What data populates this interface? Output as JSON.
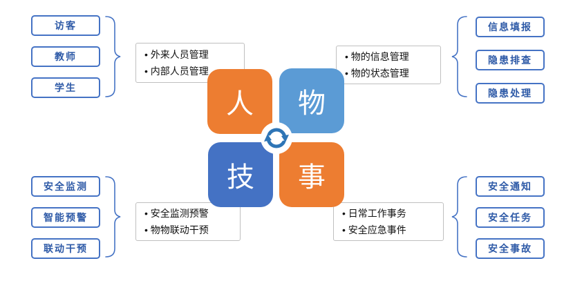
{
  "colors": {
    "orange": "#ED7D31",
    "light_blue": "#5B9BD5",
    "dark_blue": "#4472C4",
    "box_border": "#4472C4",
    "box_text": "#2E5AA7",
    "detail_border": "#BFBFBF",
    "icon_blue": "#2E75B6"
  },
  "tiles": {
    "person": {
      "label": "人"
    },
    "object": {
      "label": "物"
    },
    "tech": {
      "label": "技"
    },
    "affair": {
      "label": "事"
    }
  },
  "groups": {
    "top_left": {
      "items": [
        "访客",
        "教师",
        "学生"
      ],
      "details": [
        "外来人员管理",
        "内部人员管理"
      ]
    },
    "top_right": {
      "details": [
        "物的信息管理",
        "物的状态管理"
      ],
      "items": [
        "信息填报",
        "隐患排查",
        "隐患处理"
      ]
    },
    "bottom_left": {
      "items": [
        "安全监测",
        "智能预警",
        "联动干预"
      ],
      "details": [
        "安全监测预警",
        "物物联动干预"
      ]
    },
    "bottom_right": {
      "details": [
        "日常工作事务",
        "安全应急事件"
      ],
      "items": [
        "安全通知",
        "安全任务",
        "安全事故"
      ]
    }
  }
}
